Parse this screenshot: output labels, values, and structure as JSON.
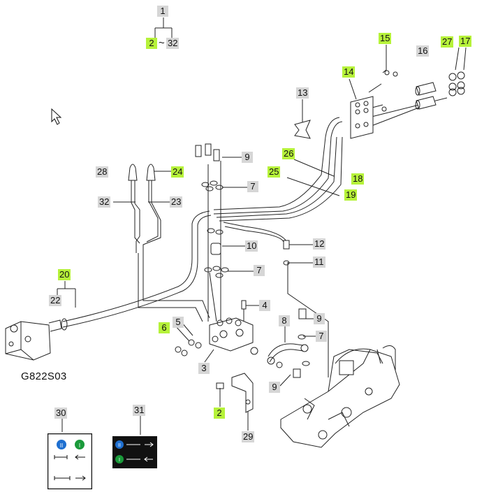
{
  "diagram_code": "G822S03",
  "range_separator": "~",
  "colors": {
    "highlight": "#b6f23a",
    "callout_bg": "#d6d6d6",
    "line": "#222222"
  },
  "decal_left": {
    "badge_1": "II",
    "badge_2": "I"
  },
  "decal_right": {
    "badge_1": "II",
    "badge_2": "I"
  },
  "callouts": {
    "c1": "1",
    "c2": "2",
    "c32top": "32",
    "c15": "15",
    "c16": "16",
    "c27": "27",
    "c17": "17",
    "c14": "14",
    "c13": "13",
    "c9a": "9",
    "c26": "26",
    "c28": "28",
    "c24": "24",
    "c7a": "7",
    "c18": "18",
    "c25": "25",
    "c19": "19",
    "c32": "32",
    "c23": "23",
    "c12": "12",
    "c10": "10",
    "c11": "11",
    "c7b": "7",
    "c20": "20",
    "c22": "22",
    "c4": "4",
    "c9b": "9",
    "c8": "8",
    "c6": "6",
    "c5": "5",
    "c7c": "7",
    "c3": "3",
    "c9c": "9",
    "c2b": "2",
    "c29": "29",
    "c30": "30",
    "c31": "31"
  }
}
